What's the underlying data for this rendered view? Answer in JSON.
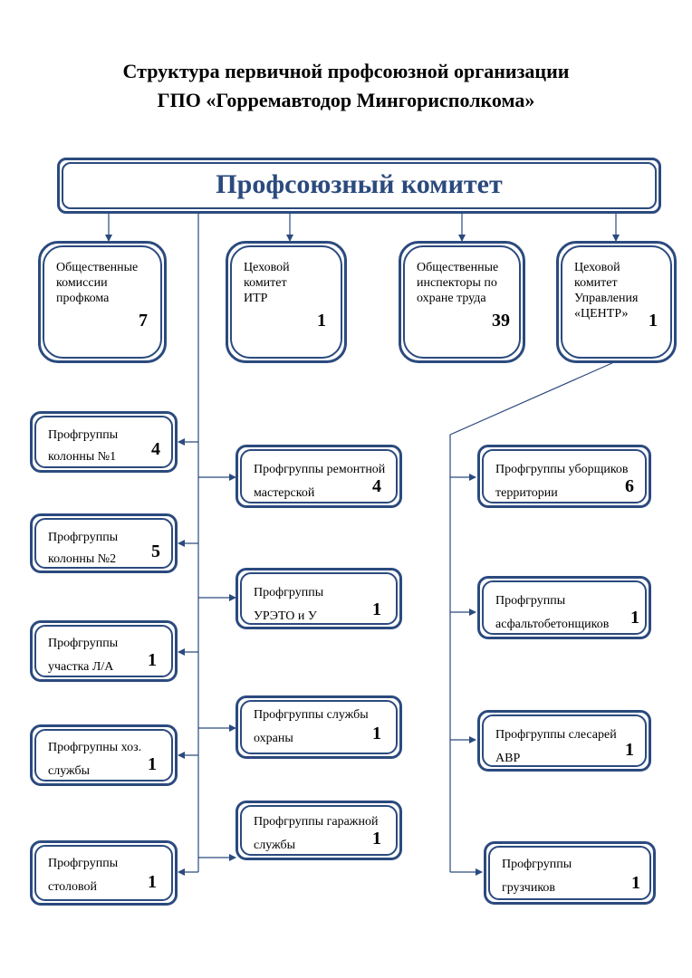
{
  "title": {
    "line1": "Структура первичной профсоюзной организации",
    "line2": "ГПО «Горремавтодор Мингорисполкома»"
  },
  "committee": {
    "label": "Профсоюзный комитет"
  },
  "top_boxes": [
    {
      "label": "Общественные комиссии профкома",
      "count": "7"
    },
    {
      "label": "Цеховой комитет ИТР",
      "count": "1"
    },
    {
      "label": "Общественные инспекторы по охране труда",
      "count": "39"
    },
    {
      "label": "Цеховой комитет Управления «ЦЕНТР»",
      "count": "1"
    }
  ],
  "left_groups": [
    {
      "label": "Профгруппы колонны №1",
      "count": "4"
    },
    {
      "label": "Профгруппы колонны №2",
      "count": "5"
    },
    {
      "label": "Профгруппы участка Л/А",
      "count": "1"
    },
    {
      "label": "Профгрупны хоз. службы",
      "count": "1"
    },
    {
      "label": "Профгруппы столовой",
      "count": "1"
    }
  ],
  "middle_groups": [
    {
      "label": "Профгруппы ремонтной мастерской",
      "count": "4"
    },
    {
      "label": "Профгруппы УРЭТО и У",
      "count": "1"
    },
    {
      "label": "Профгруппы службы охраны",
      "count": "1"
    },
    {
      "label": "Профгруппы гаражной службы",
      "count": "1"
    }
  ],
  "right_groups": [
    {
      "label": "Профгруппы уборщиков территории",
      "count": "6"
    },
    {
      "label": "Профгруппы асфальтобетонщиков",
      "count": "1"
    },
    {
      "label": "Профгруппы слесарей АВР",
      "count": "1"
    },
    {
      "label": "Профгруппы грузчиков",
      "count": "1"
    }
  ],
  "colors": {
    "line": "#2b4a7e",
    "box_border": "#2b4a7e",
    "committee_text": "#2b4a7e"
  }
}
